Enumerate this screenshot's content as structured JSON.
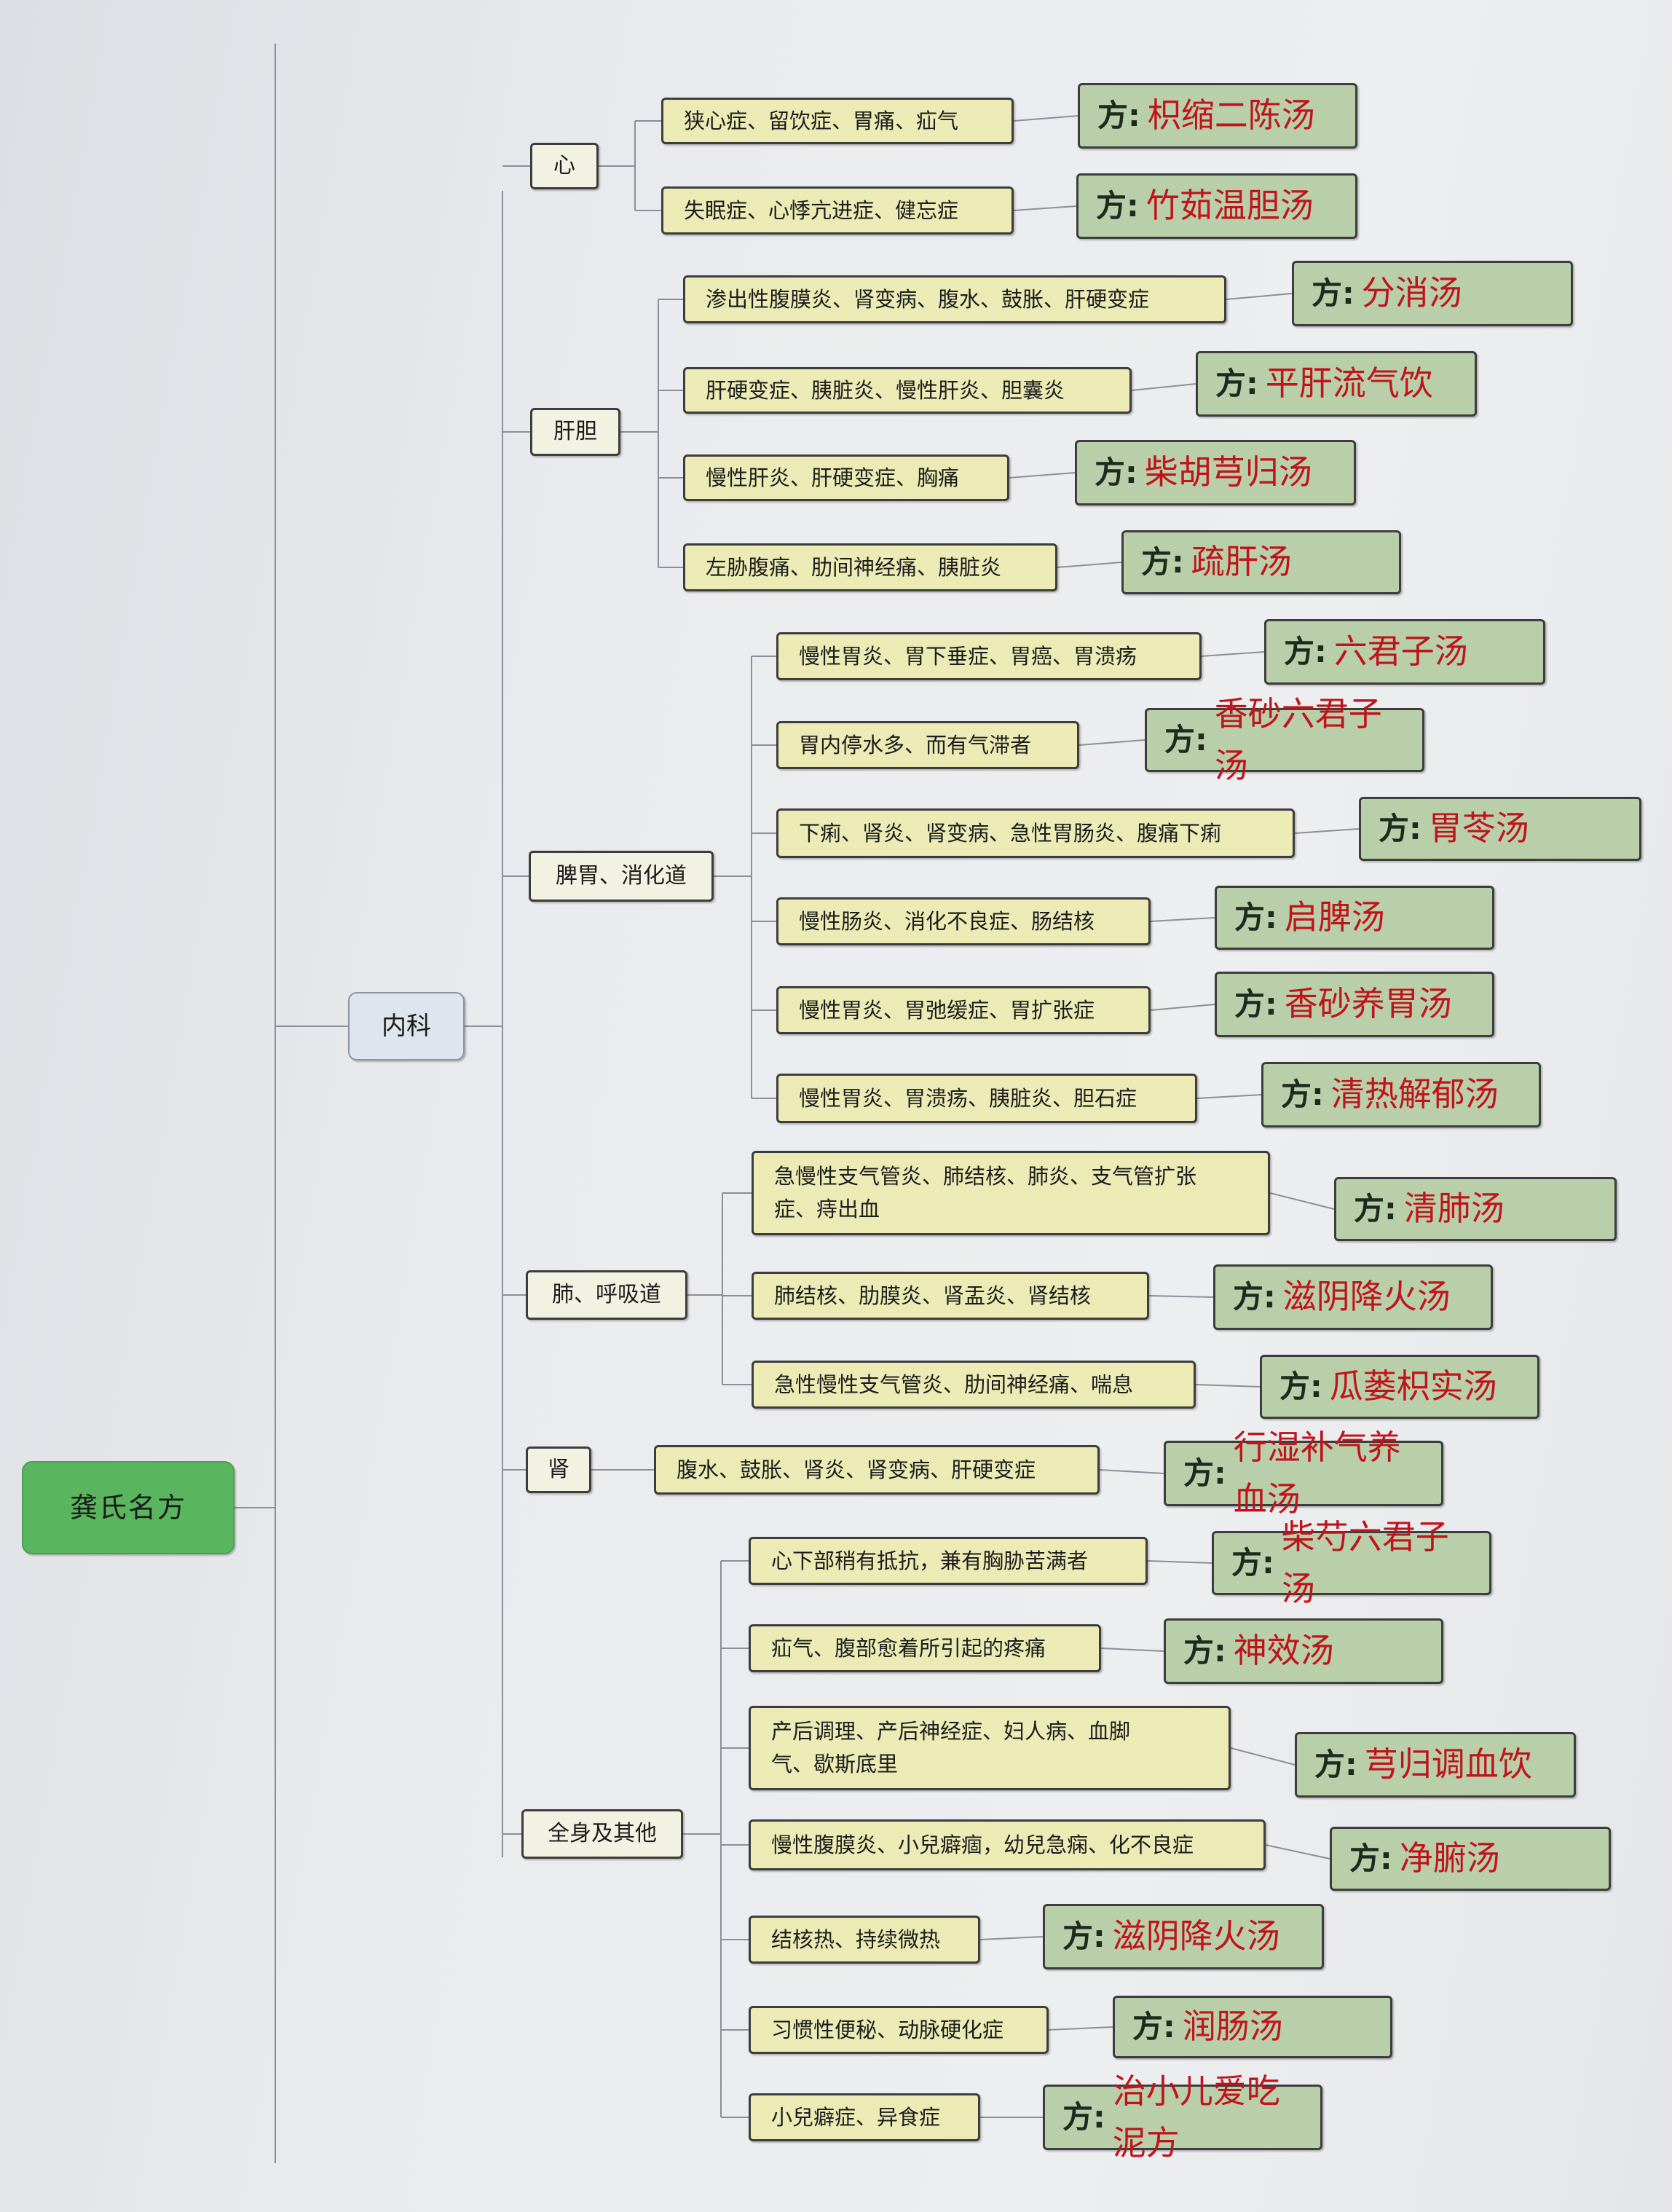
{
  "root": "龚氏名方",
  "level1": "内科",
  "prefix": "方:",
  "categories": [
    {
      "name": "心",
      "items": [
        {
          "disease": "狭心症、留饮症、胃痛、疝气",
          "formula": "枳缩二陈汤"
        },
        {
          "disease": "失眠症、心悸亢进症、健忘症",
          "formula": "竹茹温胆汤"
        }
      ]
    },
    {
      "name": "肝胆",
      "items": [
        {
          "disease": "渗出性腹膜炎、肾变病、腹水、鼓胀、肝硬变症",
          "formula": "分消汤"
        },
        {
          "disease": "肝硬变症、胰脏炎、慢性肝炎、胆囊炎",
          "formula": "平肝流气饮"
        },
        {
          "disease": "慢性肝炎、肝硬变症、胸痛",
          "formula": "柴胡芎归汤"
        },
        {
          "disease": "左胁腹痛、肋间神经痛、胰脏炎",
          "formula": "疏肝汤"
        }
      ]
    },
    {
      "name": "脾胃、消化道",
      "items": [
        {
          "disease": "慢性胃炎、胃下垂症、胃癌、胃溃疡",
          "formula": "六君子汤"
        },
        {
          "disease": "胃内停水多、而有气滞者",
          "formula": "香砂六君子汤"
        },
        {
          "disease": "下痢、肾炎、肾变病、急性胃肠炎、腹痛下痢",
          "formula": "胃苓汤"
        },
        {
          "disease": "慢性肠炎、消化不良症、肠结核",
          "formula": "启脾汤"
        },
        {
          "disease": "慢性胃炎、胃弛缓症、胃扩张症",
          "formula": "香砂养胃汤"
        },
        {
          "disease": "慢性胃炎、胃溃疡、胰脏炎、胆石症",
          "formula": "清热解郁汤"
        }
      ]
    },
    {
      "name": "肺、呼吸道",
      "items": [
        {
          "disease": "急慢性支气管炎、肺结核、肺炎、支气管扩张\n症、痔出血",
          "formula": "清肺汤"
        },
        {
          "disease": "肺结核、肋膜炎、肾盂炎、肾结核",
          "formula": "滋阴降火汤"
        },
        {
          "disease": "急性慢性支气管炎、肋间神经痛、喘息",
          "formula": "瓜蒌枳实汤"
        }
      ]
    },
    {
      "name": "肾",
      "items": [
        {
          "disease": "腹水、鼓胀、肾炎、肾变病、肝硬变症",
          "formula": "行湿补气养血汤"
        }
      ]
    },
    {
      "name": "全身及其他",
      "items": [
        {
          "disease": "心下部稍有抵抗，兼有胸胁苦满者",
          "formula": "柴芍六君子汤"
        },
        {
          "disease": "疝气、腹部愈着所引起的疼痛",
          "formula": "神效汤"
        },
        {
          "disease": "产后调理、产后神经症、妇人病、血脚\n气、歇斯底里",
          "formula": "芎归调血饮"
        },
        {
          "disease": "慢性腹膜炎、小兒癖痼，幼兒急痫、化不良症",
          "formula": "净腑汤"
        },
        {
          "disease": "结核热、持续微热",
          "formula": "滋阴降火汤"
        },
        {
          "disease": "习惯性便秘、动脉硬化症",
          "formula": "润肠汤"
        },
        {
          "disease": "小兒癖症、异食症",
          "formula": "治小儿爱吃泥方"
        }
      ]
    }
  ]
}
